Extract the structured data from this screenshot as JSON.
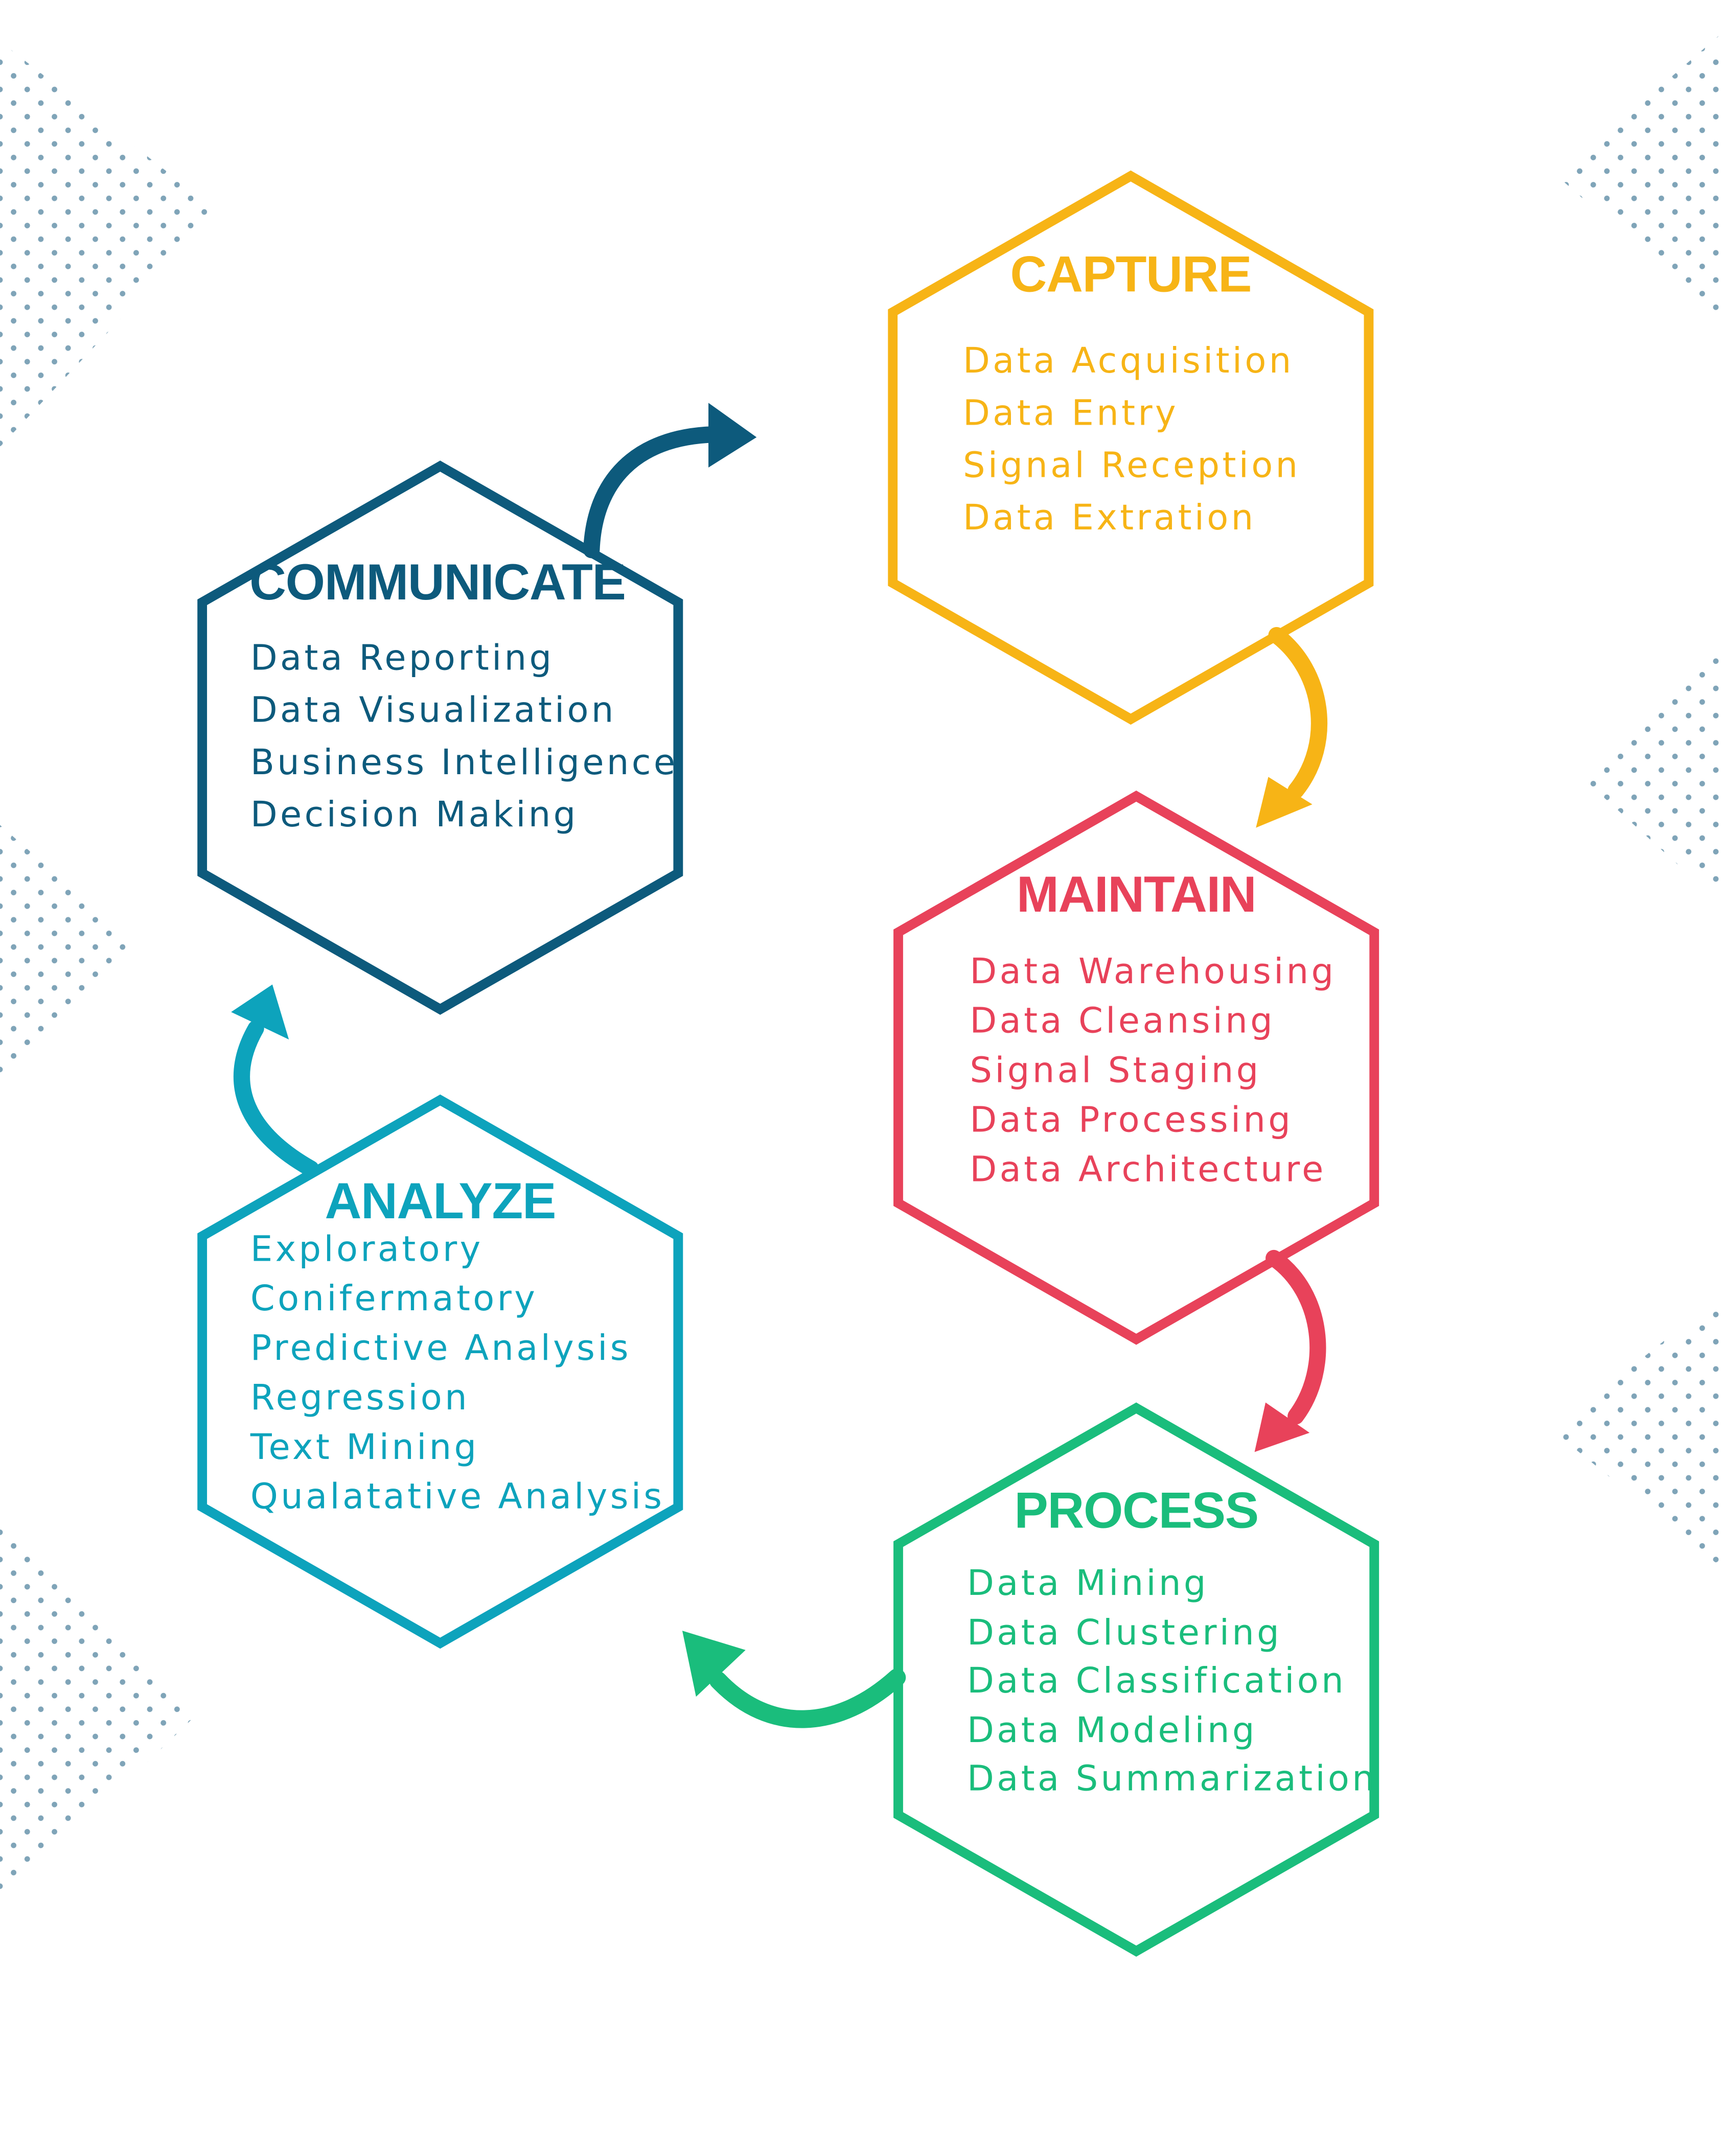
{
  "stages": [
    {
      "key": "capture",
      "title": "CAPTURE",
      "color": "#f7b416",
      "items": [
        "Data Acquisition",
        "Data Entry",
        "Signal Reception",
        "Data Extration"
      ]
    },
    {
      "key": "maintain",
      "title": "MAINTAIN",
      "color": "#e8425a",
      "items": [
        "Data Warehousing",
        "Data Cleansing",
        "Signal Staging",
        "Data Processing",
        "Data Architecture"
      ]
    },
    {
      "key": "process",
      "title": "PROCESS",
      "color": "#1abd7c",
      "items": [
        "Data Mining",
        "Data Clustering",
        "Data Classification",
        "Data Modeling",
        "Data Summarization"
      ]
    },
    {
      "key": "analyze",
      "title": "ANALYZE",
      "color": "#0da3bc",
      "items": [
        "Exploratory",
        "Conifermatory",
        "Predictive Analysis",
        "Regression",
        "Text Mining",
        "Qualatative Analysis"
      ]
    },
    {
      "key": "communicate",
      "title": "COMMUNICATE",
      "color": "#0d5a7c",
      "items": [
        "Data Reporting",
        "Data Visualization",
        "Business Intelligence",
        "Decision Making"
      ]
    }
  ],
  "decoration_color": "#7fa4b8"
}
